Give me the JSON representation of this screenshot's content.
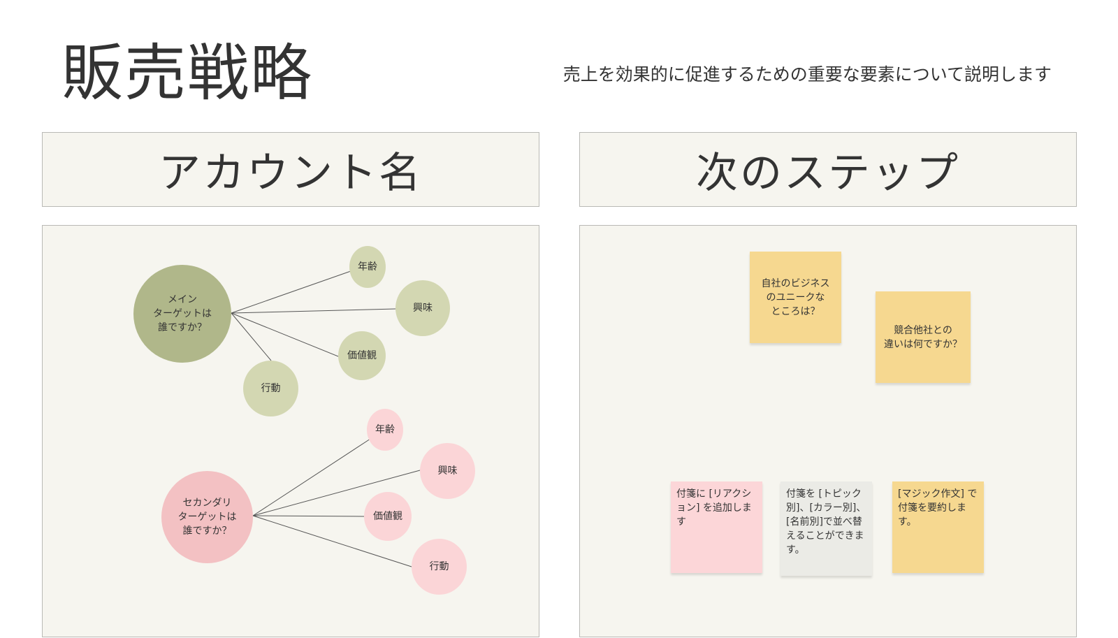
{
  "page": {
    "title": "販売戦略",
    "subtitle": "売上を効果的に促進するための重要な要素について説明します"
  },
  "left_section": {
    "header": "アカウント名",
    "main_target": {
      "label": "メイン\nターゲットは\n誰ですか？",
      "leaves": [
        "年齢",
        "興味",
        "価値観",
        "行動"
      ]
    },
    "secondary_target": {
      "label": "セカンダリ\nターゲットは\n誰ですか？",
      "leaves": [
        "年齢",
        "興味",
        "価値観",
        "行動"
      ]
    }
  },
  "right_section": {
    "header": "次のステップ",
    "question_notes": [
      "自社のビジネス\nのユニークな\nところは？",
      "競合他社との\n違いは何ですか？"
    ],
    "tip_notes": [
      "付箋に [リアクシ\nョン] を追加しま\nす",
      "付箋を [トピック\n別]、[カラー別]、\n[名前別]で並べ替\nえることができま\nす。",
      "[マジック作文] で\n付箋を要約しま\nす。"
    ]
  },
  "colors": {
    "panel_bg": "#f6f5ef",
    "olive_main": "#b0b78a",
    "olive_leaf": "#d3d7b2",
    "pink_main": "#f3c1c3",
    "pink_leaf": "#fbd5d7",
    "sticky_yellow": "#f6d890",
    "sticky_pink": "#fcd6d8",
    "sticky_gray": "#ebebe6"
  }
}
